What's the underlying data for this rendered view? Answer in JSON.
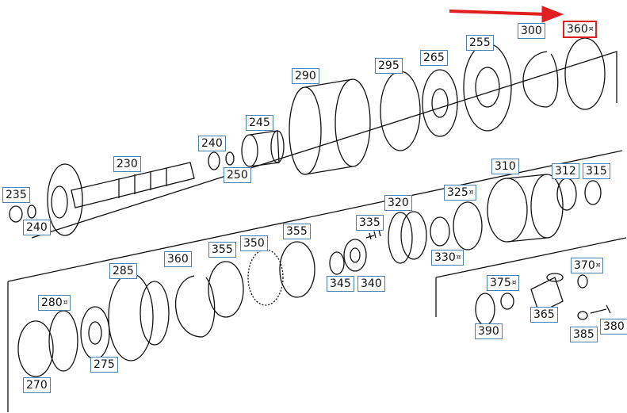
{
  "diagram": {
    "labels": [
      {
        "id": "p360",
        "text": "360",
        "pin": true,
        "highlighted": true
      },
      {
        "id": "p300",
        "text": "300",
        "pin": false
      },
      {
        "id": "p255",
        "text": "255",
        "pin": false
      },
      {
        "id": "p295",
        "text": "295",
        "pin": false
      },
      {
        "id": "p265",
        "text": "265",
        "pin": false
      },
      {
        "id": "p290",
        "text": "290",
        "pin": false
      },
      {
        "id": "p245",
        "text": "245",
        "pin": false
      },
      {
        "id": "p240a",
        "text": "240",
        "pin": false
      },
      {
        "id": "p250",
        "text": "250",
        "pin": false
      },
      {
        "id": "p230",
        "text": "230",
        "pin": false
      },
      {
        "id": "p235",
        "text": "235",
        "pin": false
      },
      {
        "id": "p240b",
        "text": "240",
        "pin": false
      },
      {
        "id": "p310",
        "text": "310",
        "pin": false
      },
      {
        "id": "p312",
        "text": "312",
        "pin": false
      },
      {
        "id": "p315",
        "text": "315",
        "pin": false
      },
      {
        "id": "p325",
        "text": "325",
        "pin": true
      },
      {
        "id": "p320",
        "text": "320",
        "pin": false
      },
      {
        "id": "p335",
        "text": "335",
        "pin": false
      },
      {
        "id": "p330",
        "text": "330",
        "pin": true
      },
      {
        "id": "p345",
        "text": "345",
        "pin": false
      },
      {
        "id": "p340",
        "text": "340",
        "pin": false
      },
      {
        "id": "p355a",
        "text": "355",
        "pin": false
      },
      {
        "id": "p350",
        "text": "350",
        "pin": false
      },
      {
        "id": "p355b",
        "text": "355",
        "pin": false
      },
      {
        "id": "p360b",
        "text": "360",
        "pin": false
      },
      {
        "id": "p285",
        "text": "285",
        "pin": false
      },
      {
        "id": "p280",
        "text": "280",
        "pin": true
      },
      {
        "id": "p275",
        "text": "275",
        "pin": false
      },
      {
        "id": "p270",
        "text": "270",
        "pin": false
      },
      {
        "id": "p370",
        "text": "370",
        "pin": true
      },
      {
        "id": "p375",
        "text": "375",
        "pin": true
      },
      {
        "id": "p365",
        "text": "365",
        "pin": false
      },
      {
        "id": "p390",
        "text": "390",
        "pin": false
      },
      {
        "id": "p385",
        "text": "385",
        "pin": false
      },
      {
        "id": "p380",
        "text": "380",
        "pin": false
      }
    ],
    "arrow_color": "#e02020",
    "highlight_color": "#e02020",
    "label_border_color": "#4a7fb0"
  }
}
